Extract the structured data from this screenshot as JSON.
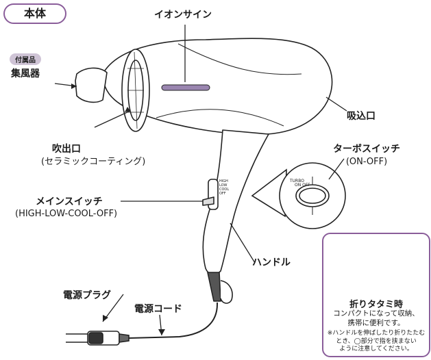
{
  "title": "本体",
  "accessory_badge": "付属品",
  "labels": {
    "ion_sign": "イオンサイン",
    "concentrator": "集風器",
    "intake": "吸込口",
    "outlet": "吹出口",
    "outlet_sub": "(セラミックコーティング)",
    "turbo_switch": "ターボスイッチ",
    "turbo_sub": "(ON-OFF)",
    "main_switch": "メインスイッチ",
    "main_sub": "(HIGH-LOW-COOL-OFF)",
    "handle": "ハンドル",
    "plug": "電源プラグ",
    "cord": "電源コード"
  },
  "switch_tiny": {
    "turbo": "TURBO",
    "on_off": "ON  OFF"
  },
  "main_switch_marks": [
    "HIGH",
    "LOW",
    "COOL",
    "OFF"
  ],
  "inset": {
    "title": "折りタタミ時",
    "desc_lines": [
      "コンパクトになって収納、",
      "携帯に便利です。"
    ],
    "note_lines": [
      "※ハンドルを伸ばしたり折りたたむ",
      "とき、◯部分で指を挟まない",
      "ように注意してください。"
    ]
  },
  "colors": {
    "accent": "#8a5d9a",
    "badge": "#cfc4d6",
    "ion_sign": "#9a86b0",
    "line": "#222222"
  }
}
